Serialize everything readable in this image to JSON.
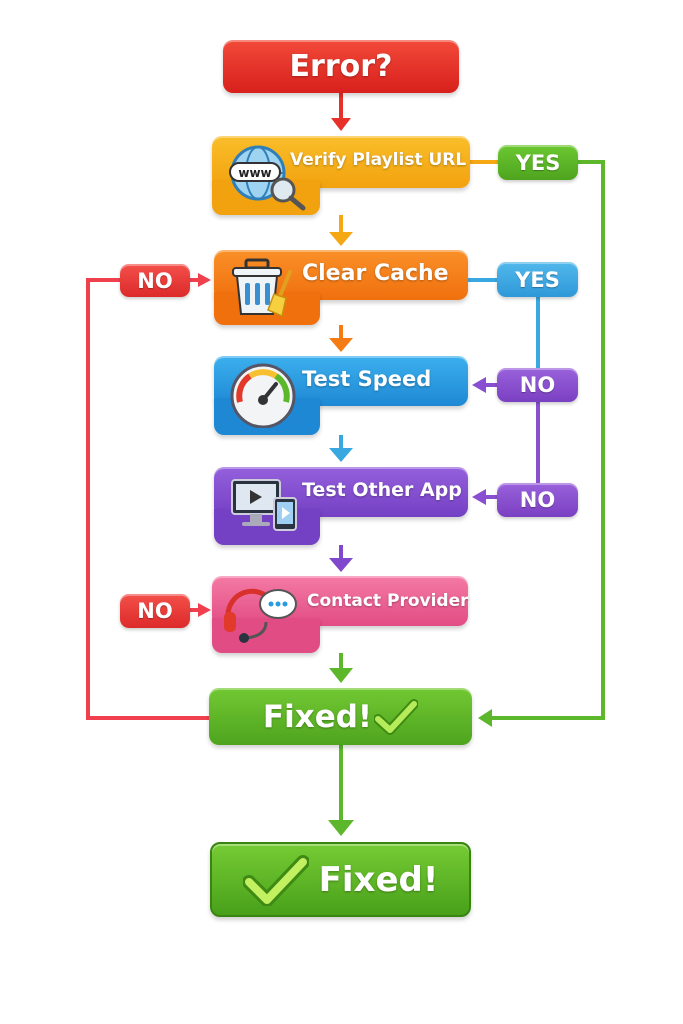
{
  "start": {
    "label": "Error?"
  },
  "steps": [
    {
      "label": "Verify Playlist URL",
      "icon": "globe-search-icon",
      "color": "#f5a814"
    },
    {
      "label": "Clear Cache",
      "icon": "trash-broom-icon",
      "color": "#f57c14"
    },
    {
      "label": "Test Speed",
      "icon": "speedometer-icon",
      "color": "#2a9be0"
    },
    {
      "label": "Test Other App",
      "icon": "devices-icon",
      "color": "#8048cc"
    },
    {
      "label": "Contact Provider",
      "icon": "headset-chat-icon",
      "color": "#ea5a8e"
    }
  ],
  "branches": {
    "verify_yes": "YES",
    "cache_yes": "YES",
    "cache_no": "NO",
    "speed_no": "NO",
    "other_app_no": "NO",
    "provider_no": "NO"
  },
  "fixed": {
    "label": "Fixed!"
  },
  "end": {
    "label": "Fixed!"
  },
  "colors": {
    "red": "#e8302a",
    "green": "#5cb82a",
    "blue": "#3aa8e0",
    "purple": "#8a4fd0",
    "orange": "#f5a814"
  }
}
